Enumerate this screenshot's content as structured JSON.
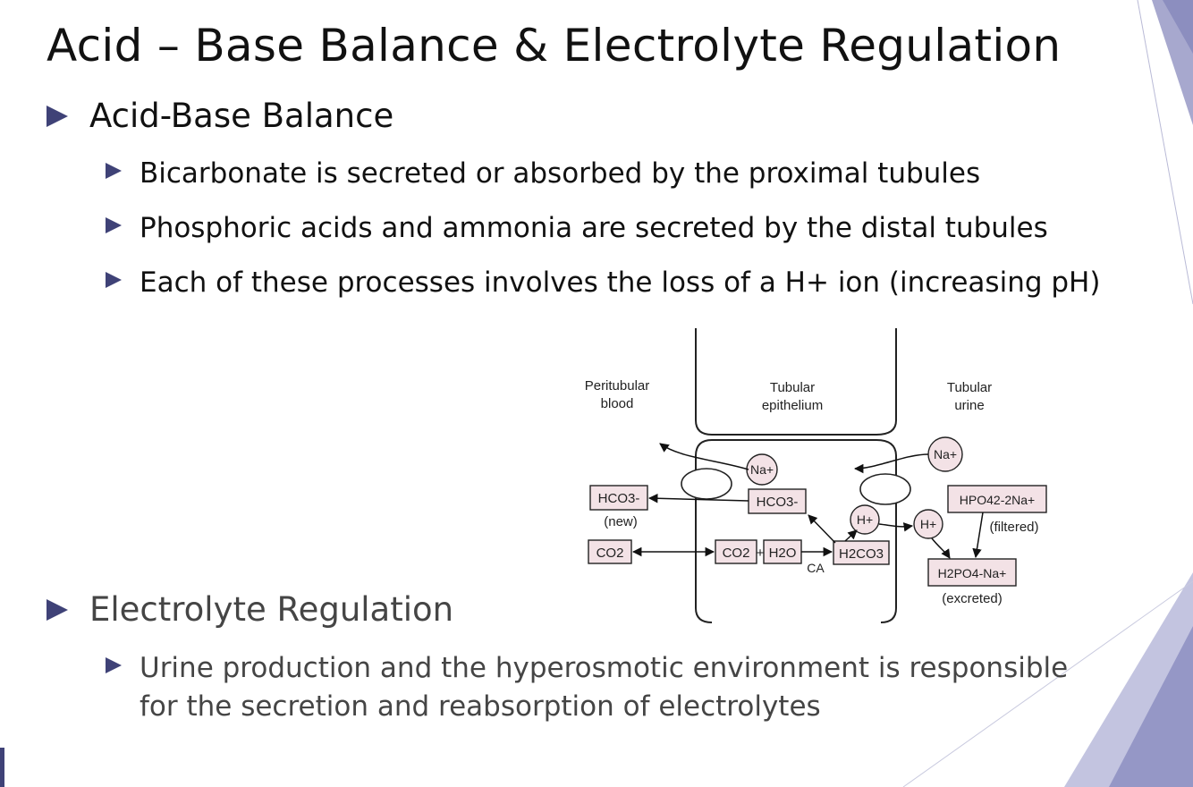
{
  "slide": {
    "title": "Acid – Base Balance & Electrolyte Regulation",
    "accent_color": "#3f4277",
    "bullets": [
      {
        "text": "Acid-Base Balance",
        "subbullets": [
          "Bicarbonate is secreted or absorbed by the proximal tubules",
          "Phosphoric acids and ammonia are secreted by the distal tubules",
          "Each of these processes involves the loss of a H+ ion (increasing pH)"
        ]
      },
      {
        "text": "Electrolyte Regulation",
        "subbullets": [
          "Urine production and the hyperosmotic environment is responsible for the secretion and reabsorption of electrolytes"
        ]
      }
    ]
  },
  "diagram": {
    "regions": {
      "blood": [
        "Peritubular",
        "blood"
      ],
      "epithelium": [
        "Tubular",
        "epithelium"
      ],
      "urine": [
        "Tubular",
        "urine"
      ]
    },
    "molecules": {
      "na_cell": "Na+",
      "na_urine": "Na+",
      "hco3_new": "HCO3-",
      "hco3_new_note": "(new)",
      "hco3_cell": "HCO3-",
      "co2_blood": "CO2",
      "co2_cell": "CO2",
      "plus": "+",
      "h2o": "H2O",
      "ca": "CA",
      "h2co3": "H2CO3",
      "h_cell": "H+",
      "h_urine": "H+",
      "hpo4": "HPO42-2Na+",
      "filtered": "(filtered)",
      "h2po4": "H2PO4-Na+",
      "excreted": "(excreted)"
    }
  }
}
